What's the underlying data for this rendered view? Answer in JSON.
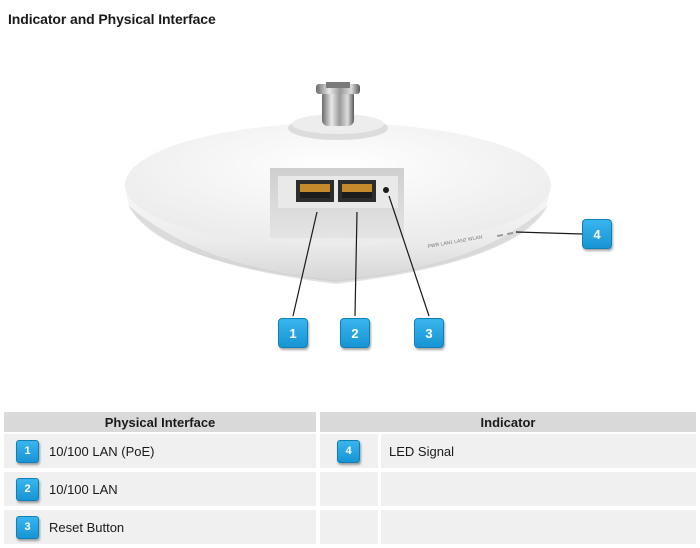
{
  "title": "Indicator and Physical Interface",
  "device": {
    "led_labels": "PWR  LAN1  LAN2  WLAN"
  },
  "callouts": [
    "1",
    "2",
    "3",
    "4"
  ],
  "table": {
    "physical_header": "Physical Interface",
    "indicator_header": "Indicator",
    "physical_rows": [
      {
        "num": "1",
        "label": "10/100 LAN (PoE)"
      },
      {
        "num": "2",
        "label": "10/100 LAN"
      },
      {
        "num": "3",
        "label": "Reset Button"
      }
    ],
    "indicator_rows": [
      {
        "num": "4",
        "label": "LED Signal"
      }
    ]
  },
  "colors": {
    "callout_blue": "#1e9fe0",
    "header_gray": "#d9d9d9",
    "row_gray": "#f0f0f0"
  }
}
